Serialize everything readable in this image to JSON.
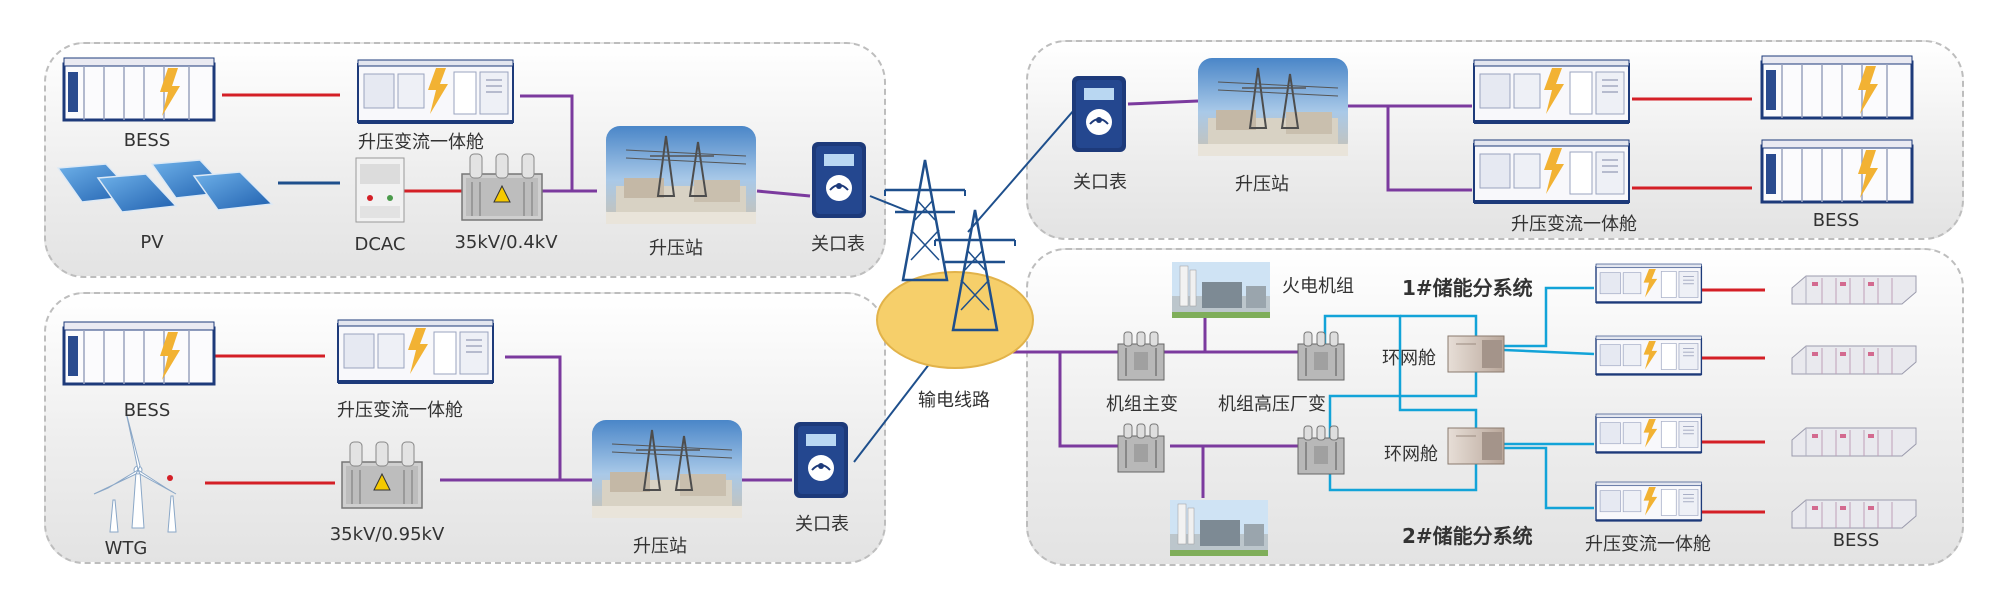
{
  "colors": {
    "ac_link": "#d41f26",
    "mv_link": "#7b3a9e",
    "dc_link": "#1e4f8c",
    "ring_link": "#12a3d8",
    "hv_line": "#1e4f8c",
    "meter": "#1d3a7a",
    "ground_ellipse": "#f6cf6a"
  },
  "panels": {
    "pv_bess": {
      "bess": "BESS",
      "pv": "PV",
      "dcac": "DCAC",
      "pcs_skid": "升压变流一体舱",
      "transformer": "35kV/0.4kV",
      "substation": "升压站",
      "meter": "关口表"
    },
    "wtg_bess": {
      "bess": "BESS",
      "wtg": "WTG",
      "pcs_skid": "升压变流一体舱",
      "transformer": "35kV/0.95kV",
      "substation": "升压站",
      "meter": "关口表"
    },
    "grid_bess": {
      "meter": "关口表",
      "substation": "升压站",
      "pcs_skid": "升压变流一体舱",
      "bess": "BESS"
    },
    "thermal": {
      "thermal_unit": "火电机组",
      "main_transformer": "机组主变",
      "aux_transformer": "机组高压厂变",
      "ring_main_1": "环网舱",
      "ring_main_2": "环网舱",
      "subsystem_1": "1#储能分系统",
      "subsystem_2": "2#储能分系统",
      "pcs_skid": "升压变流一体舱",
      "bess": "BESS"
    }
  },
  "center": {
    "transmission_line": "输电线路"
  },
  "icons": [
    "bess-container-icon",
    "pv-panel-icon",
    "dcac-cabinet-icon",
    "transformer-icon",
    "substation-photo-icon",
    "gateway-meter-icon",
    "transmission-tower-icon",
    "wind-turbine-icon",
    "thermal-plant-photo-icon",
    "ring-main-unit-icon",
    "battery-rack-icon"
  ]
}
